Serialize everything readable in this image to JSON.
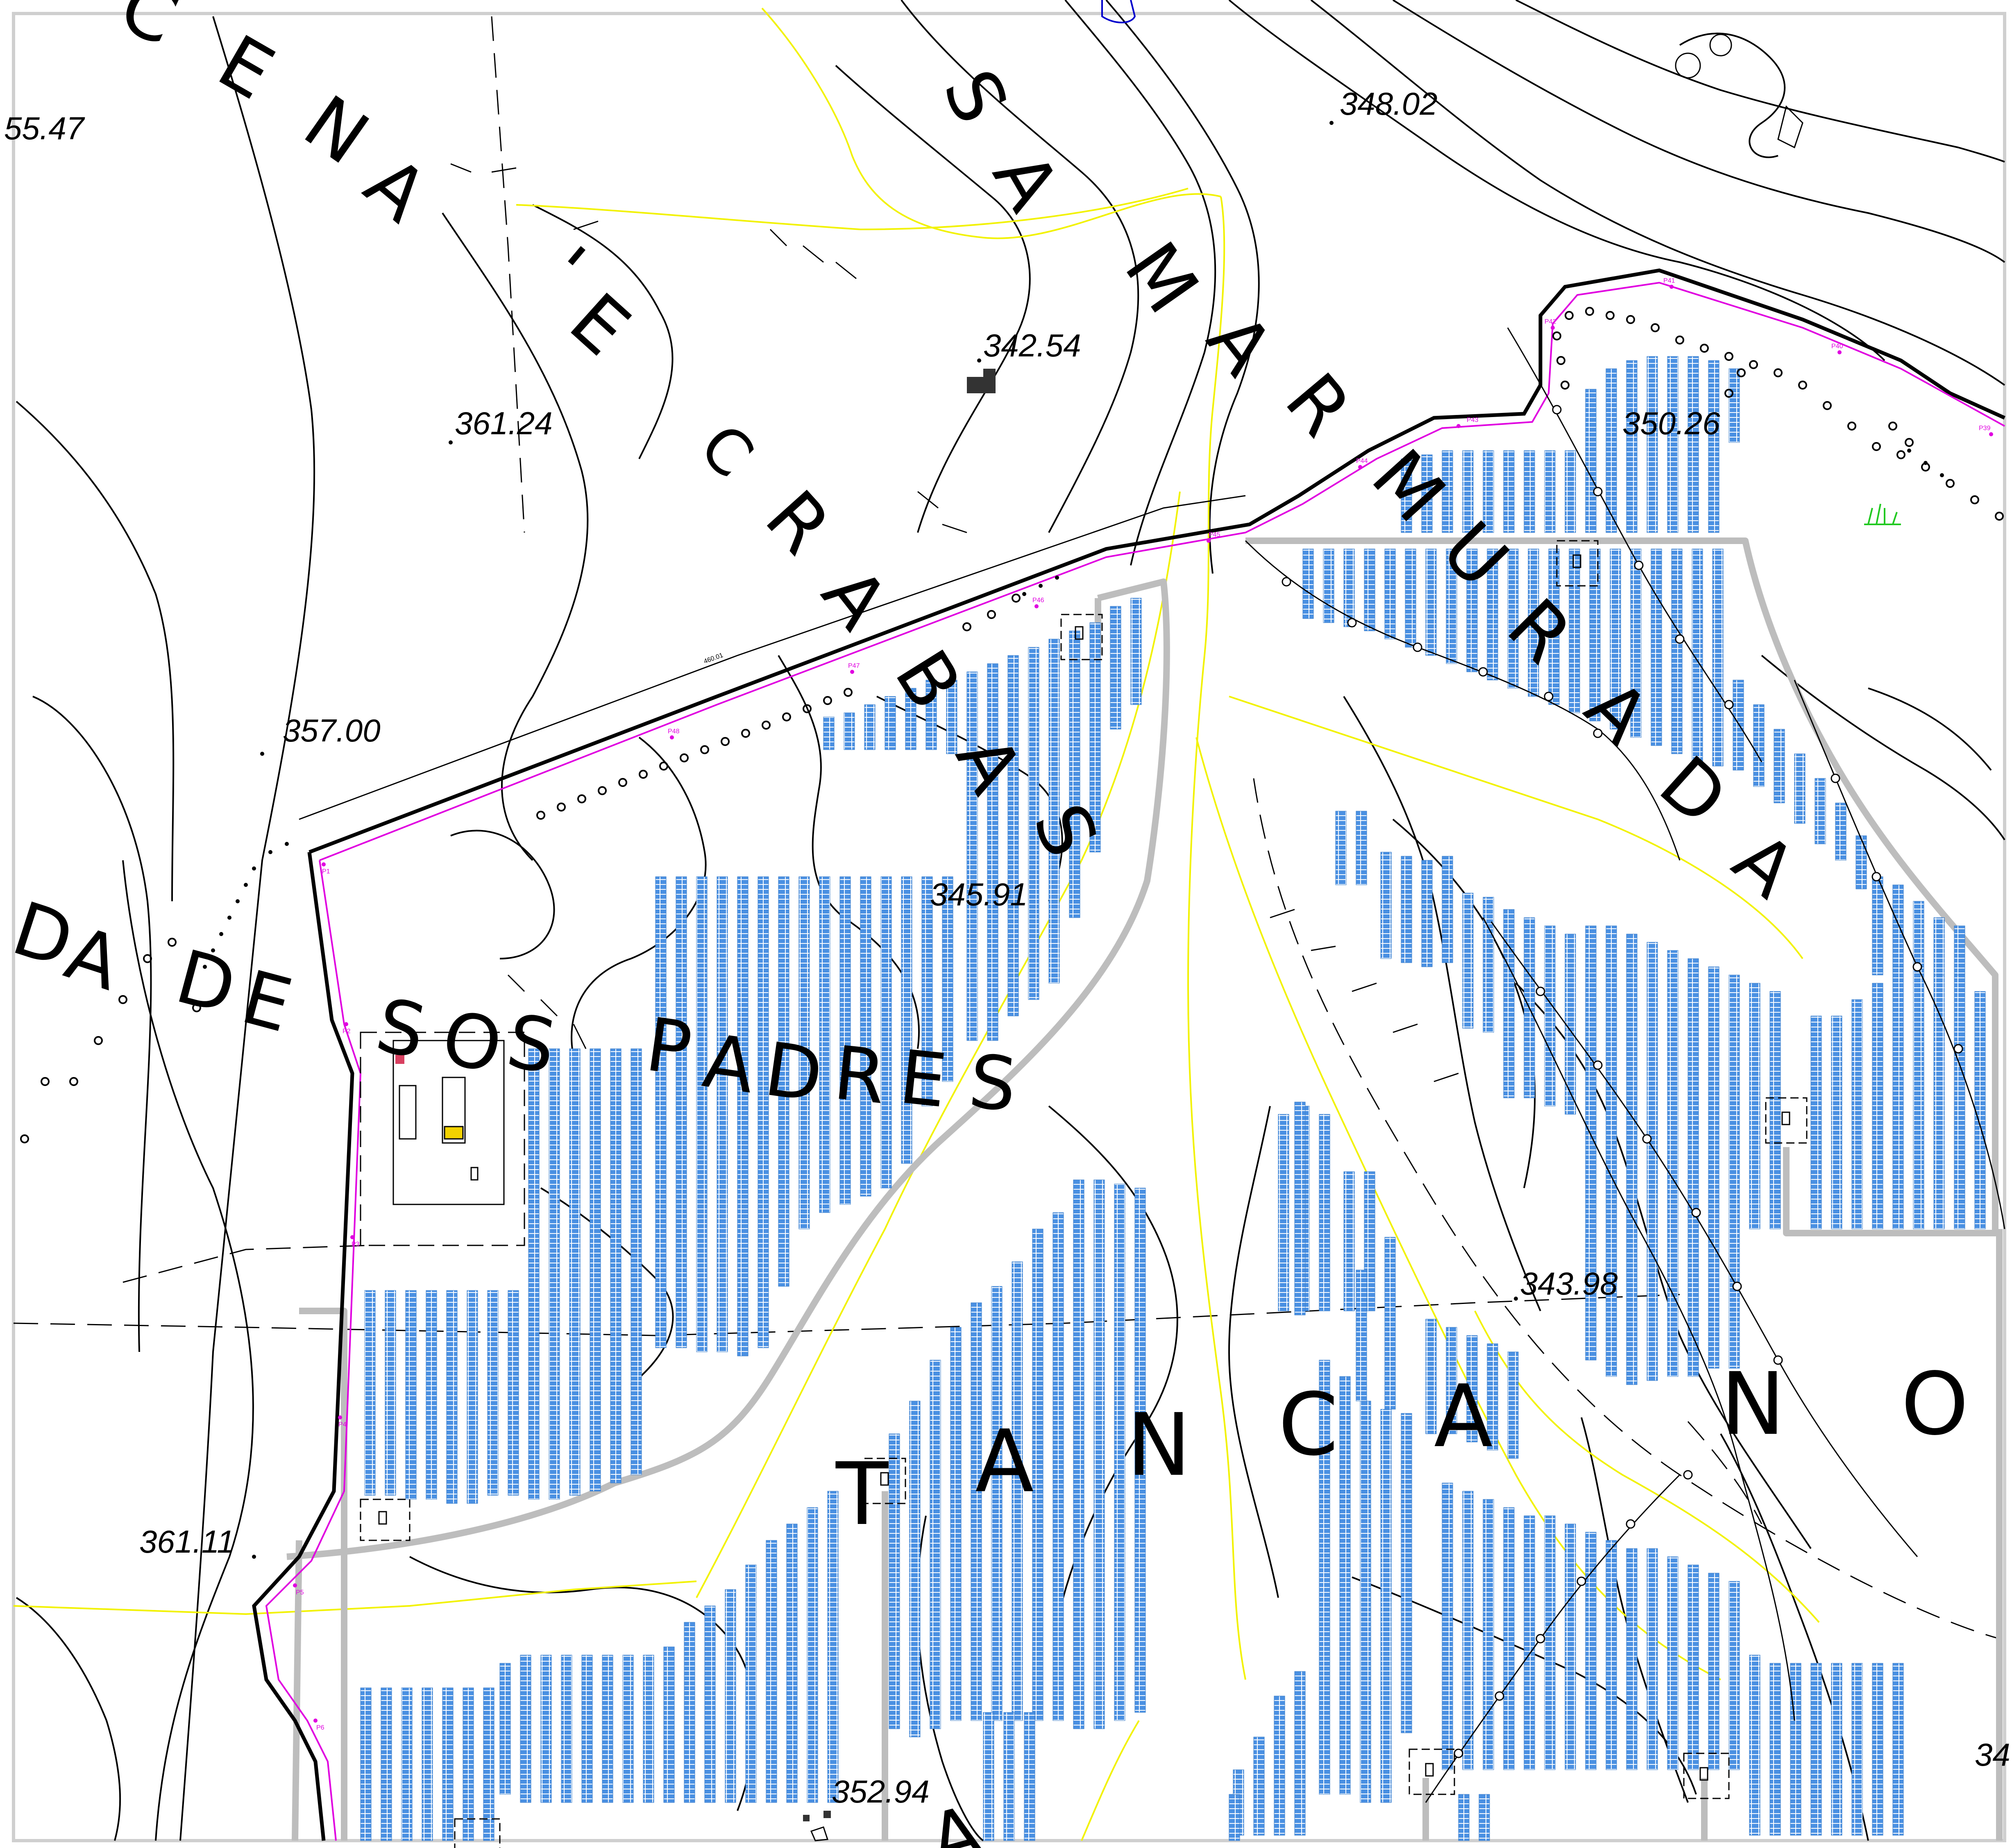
{
  "colors": {
    "background": "#ffffff",
    "panel": "#4a90e2",
    "panel_line": "#ffffff",
    "boundary": "#000000",
    "fence": "#e000e0",
    "stream": "#f2f200",
    "road": "#bdbdbd",
    "contour": "#000000",
    "grass": "#22c922"
  },
  "map": {
    "spot_heights": [
      "55.47",
      "348.02",
      "342.54",
      "361.24",
      "350.26",
      "357.00",
      "345.91",
      "343.98",
      "361.11",
      "352.94",
      "34"
    ],
    "place_letters": {
      "cena": [
        "C",
        "E",
        "N",
        "A"
      ],
      "e_crabas": [
        "'",
        "E",
        "C",
        "R",
        "A",
        "B",
        "A",
        "S"
      ],
      "sa_murada": [
        "S",
        "A",
        "M",
        "A",
        "R",
        "M",
        "U",
        "R",
        "A",
        "D",
        "A"
      ],
      "da": [
        "D",
        "A"
      ],
      "de": [
        "D",
        "E"
      ],
      "sos": [
        "S",
        "O",
        "S"
      ],
      "padres": [
        "P",
        "A",
        "D",
        "R",
        "E",
        "S"
      ],
      "tancano": [
        "T",
        "A",
        "N",
        "C",
        "A",
        "N",
        "O"
      ],
      "bottom_a": [
        "A"
      ]
    },
    "fence_points": [
      "P1",
      "P2",
      "P3",
      "P4",
      "P5",
      "P6",
      "P39",
      "P40",
      "P41",
      "P42",
      "P43",
      "P44",
      "P45",
      "P46",
      "P47",
      "P48"
    ],
    "dimension_label": "460.01"
  }
}
